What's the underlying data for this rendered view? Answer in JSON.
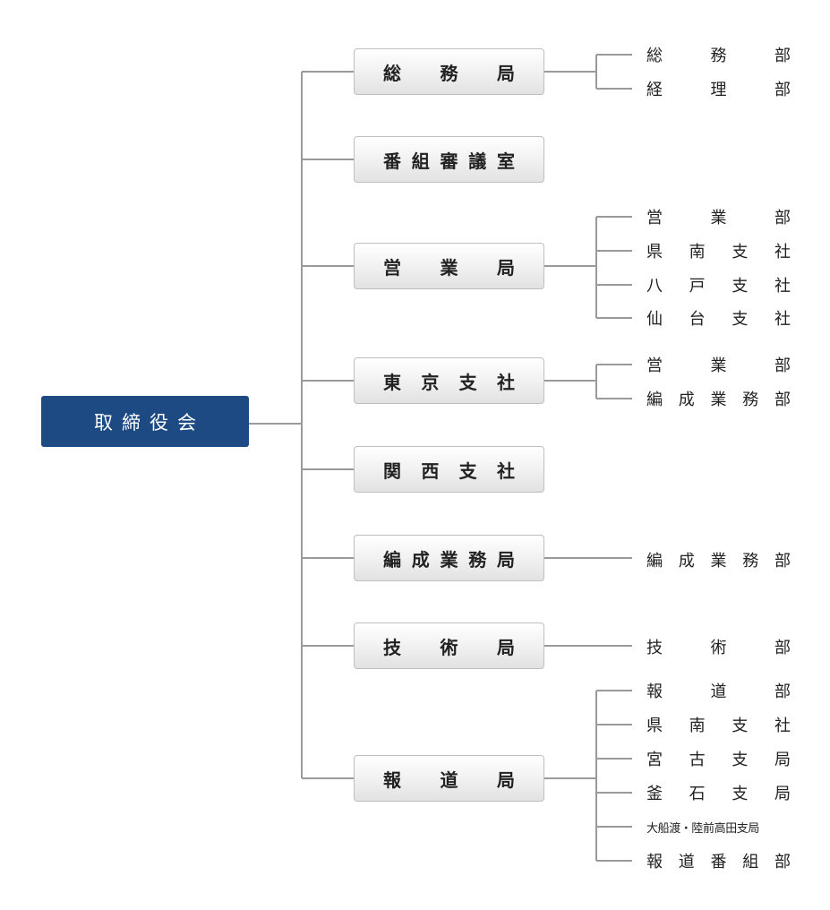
{
  "root": {
    "label": "取締役会"
  },
  "bureaus": [
    {
      "id": "soumu",
      "label": "総務局",
      "departments": [
        "総務部",
        "経理部"
      ]
    },
    {
      "id": "bangumi",
      "label": "番組審議室",
      "departments": []
    },
    {
      "id": "eigyo",
      "label": "営業局",
      "departments": [
        "営業部",
        "県南支社",
        "八戸支社",
        "仙台支社"
      ]
    },
    {
      "id": "tokyo",
      "label": "東京支社",
      "departments": [
        "営業部",
        "編成業務部"
      ]
    },
    {
      "id": "kansai",
      "label": "関西支社",
      "departments": []
    },
    {
      "id": "hensei",
      "label": "編成業務局",
      "departments": [
        "編成業務部"
      ]
    },
    {
      "id": "gijutsu",
      "label": "技術局",
      "departments": [
        "技術部"
      ]
    },
    {
      "id": "houdou",
      "label": "報道局",
      "departments": [
        "報道部",
        "県南支社",
        "宮古支局",
        "釜石支局",
        "大船渡・陸前高田支局",
        "報道番組部"
      ]
    }
  ],
  "colors": {
    "root_fill": "#1d4a82",
    "line": "#9a9a9a",
    "box_border": "#bfbfbf"
  }
}
